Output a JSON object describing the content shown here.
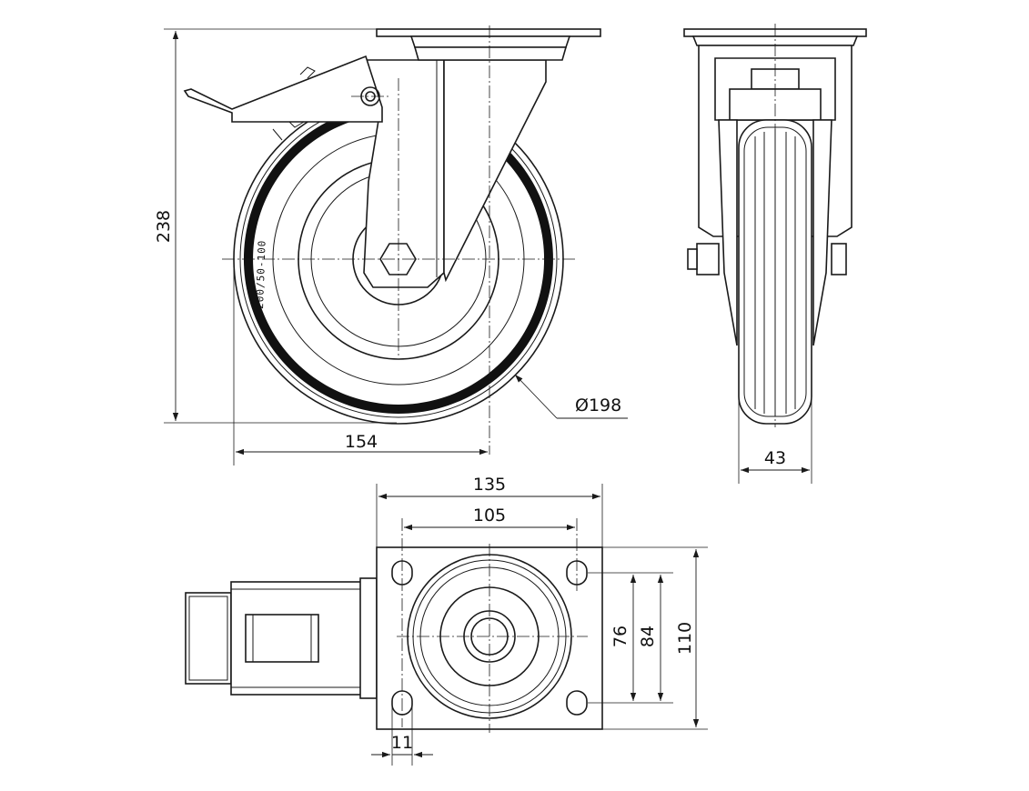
{
  "dimensions": {
    "total_height": "238",
    "wheel_diameter": "198",
    "diameter_symbol": "Ø",
    "swivel_offset": "154",
    "wheel_width": "43",
    "plate_width": "135",
    "hole_spacing_x": "105",
    "hole_spacing_y_inner": "76",
    "hole_spacing_y_outer": "84",
    "plate_length": "110",
    "slot_width": "11"
  },
  "tire_marking": "200/50-100",
  "colors": {
    "line": "#1a1a1a",
    "tread": "#111111",
    "background": "#ffffff"
  }
}
